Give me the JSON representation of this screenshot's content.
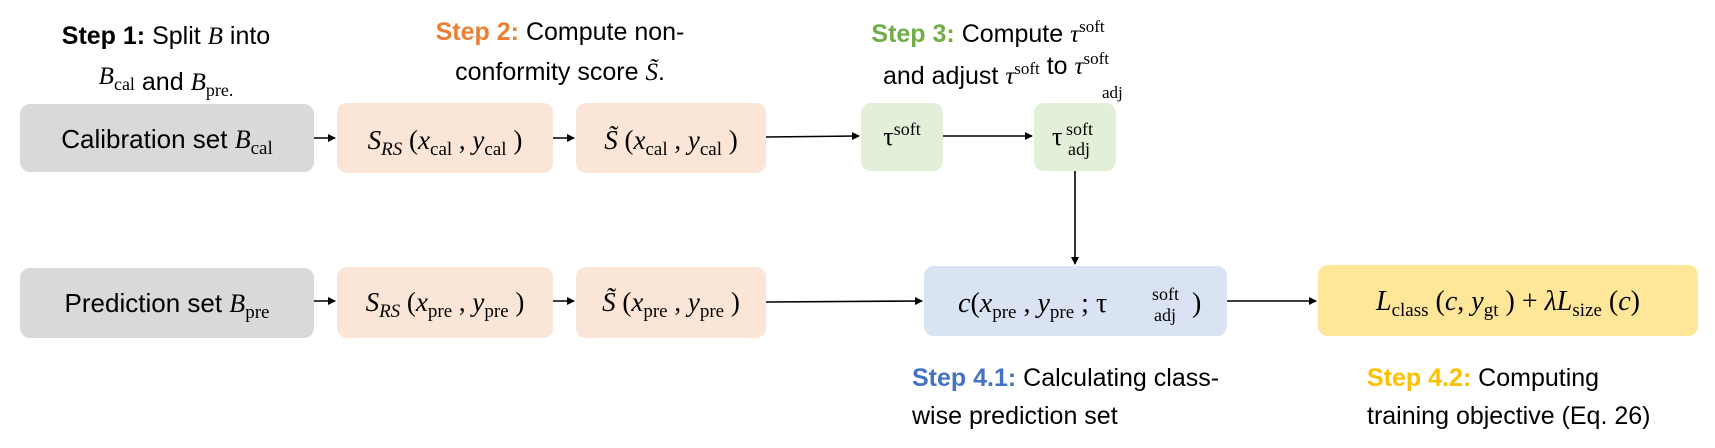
{
  "colors": {
    "step1": "#000000",
    "step2": "#ED7D31",
    "step3": "#70AD47",
    "step41": "#4472C4",
    "step42": "#FFC000",
    "gray_box": "#D9D9D9",
    "orange_box": "#FBE5D6",
    "green_box": "#E2F0D9",
    "blue_box": "#DAE3F3",
    "yellow_box": "#FFE699"
  },
  "steps": {
    "s1": {
      "label": "Step 1:",
      "text_a": "Split",
      "text_b": "into",
      "text_c": "and"
    },
    "s2": {
      "label": "Step 2:",
      "text_a": "Compute non-",
      "text_b": "conformity score"
    },
    "s3": {
      "label": "Step 3:",
      "text_a": "Compute",
      "text_b": "and adjust",
      "text_c": "to"
    },
    "s41": {
      "label": "Step 4.1:",
      "text_a": "Calculating class-",
      "text_b": "wise prediction set"
    },
    "s42": {
      "label": "Step 4.2:",
      "text_a": "Computing",
      "text_b": "training objective (Eq. 26)"
    }
  },
  "boxes": {
    "calibration_label": "Calibration set",
    "prediction_label": "Prediction set"
  },
  "math": {
    "B": "B",
    "cal": "cal",
    "pre": "pre",
    "pre_dot": "pre.",
    "S": "S",
    "RS": "RS",
    "S_tilde": "S̃",
    "x": "x",
    "y": "y",
    "c": "c",
    "tau": "τ",
    "soft": "soft",
    "adj": "adj",
    "L": "L",
    "class": "class",
    "size": "size",
    "gt": "gt",
    "lambda": "λ",
    "plus": "+",
    "period": ".",
    "comma": ",",
    "semicolon": ";",
    "lparen": "(",
    "rparen": ")"
  }
}
